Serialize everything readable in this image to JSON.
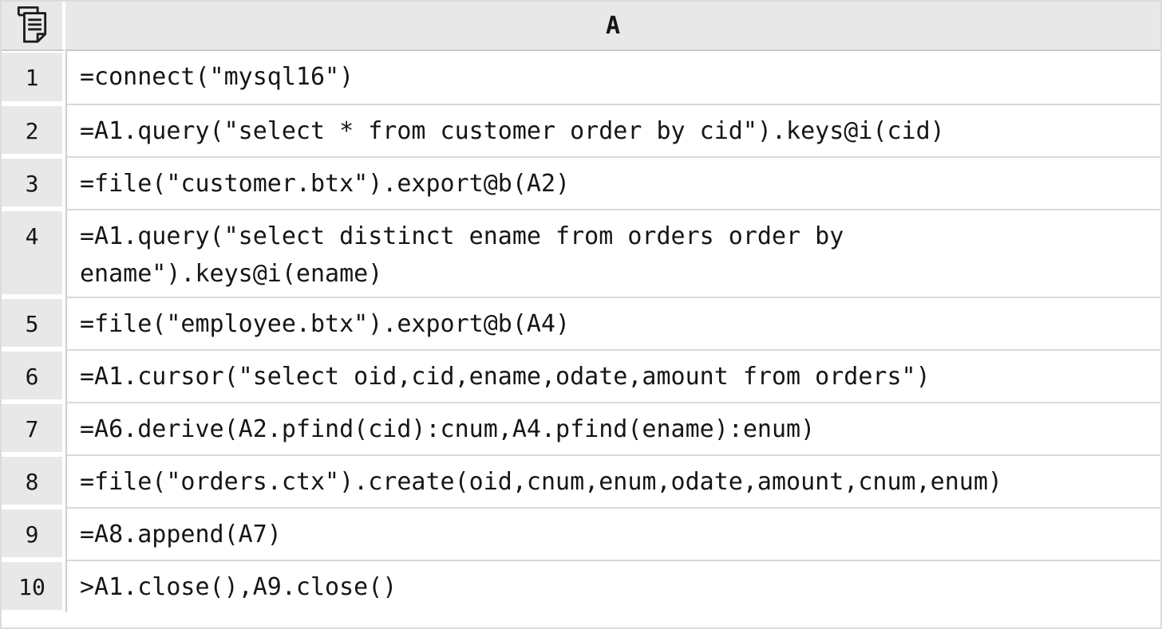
{
  "sheet": {
    "app": "spl-spreadsheet-grid",
    "corner": {
      "icon": "copy-pages-icon"
    },
    "column_header": "A",
    "colors": {
      "header_bg": "#e8e8e8",
      "grid_line": "#cfcfcf",
      "row_divider": "#d9d9d9",
      "cell_bg": "#ffffff",
      "text": "#161616"
    },
    "rows": [
      {
        "num": "1",
        "code": "=connect(\"mysql16\")"
      },
      {
        "num": "2",
        "code": "=A1.query(\"select * from customer order by cid\").keys@i(cid)"
      },
      {
        "num": "3",
        "code": "=file(\"customer.btx\").export@b(A2)"
      },
      {
        "num": "4",
        "code": "=A1.query(\"select distinct ename from orders order by ename\").keys@i(ename)"
      },
      {
        "num": "5",
        "code": "=file(\"employee.btx\").export@b(A4)"
      },
      {
        "num": "6",
        "code": "=A1.cursor(\"select oid,cid,ename,odate,amount from orders\")"
      },
      {
        "num": "7",
        "code": "=A6.derive(A2.pfind(cid):cnum,A4.pfind(ename):enum)"
      },
      {
        "num": "8",
        "code": "=file(\"orders.ctx\").create(oid,cnum,enum,odate,amount,cnum,enum)"
      },
      {
        "num": "9",
        "code": "=A8.append(A7)"
      },
      {
        "num": "10",
        "code": ">A1.close(),A9.close()"
      }
    ]
  }
}
